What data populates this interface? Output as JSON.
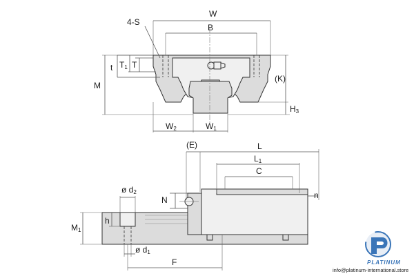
{
  "labels": {
    "S": "4-S",
    "W": "W",
    "B": "B",
    "t": "t",
    "T1": "T",
    "T1_sub": "1",
    "T": "T",
    "M": "M",
    "K": "(K)",
    "H3": "H",
    "H3_sub": "3",
    "W2": "W",
    "W2_sub": "2",
    "W1": "W",
    "W1_sub": "1",
    "E": "(E)",
    "L": "L",
    "L1": "L",
    "L1_sub": "1",
    "C": "C",
    "N": "N",
    "n": "n",
    "d2": "ø d",
    "d2_sub": "2",
    "h": "h",
    "M1": "M",
    "M1_sub": "1",
    "d1": "ø d",
    "d1_sub": "1",
    "F": "F"
  },
  "brand": {
    "name": "PLATINUM",
    "website": "info@platinum-international.store",
    "color": "#3a75b8"
  }
}
